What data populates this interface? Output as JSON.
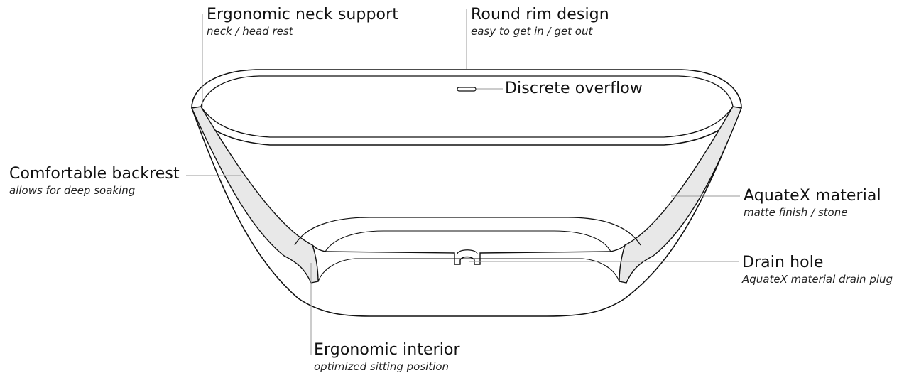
{
  "callouts": {
    "neck_support": {
      "title": "Ergonomic neck support",
      "subtitle": "neck / head rest"
    },
    "round_rim": {
      "title": "Round rim design",
      "subtitle": "easy to get in / get out"
    },
    "overflow": {
      "title": "Discrete overflow"
    },
    "backrest": {
      "title": "Comfortable backrest",
      "subtitle": "allows for deep soaking"
    },
    "material": {
      "title": "AquateX material",
      "subtitle": "matte finish / stone"
    },
    "drain": {
      "title": "Drain hole",
      "subtitle": "AquateX material drain plug"
    },
    "interior": {
      "title": "Ergonomic interior",
      "subtitle": "optimized sitting position"
    }
  },
  "colors": {
    "outline": "#111111",
    "section_fill": "#e8e8e8",
    "leader": "#9a9a9a",
    "background": "#ffffff"
  }
}
